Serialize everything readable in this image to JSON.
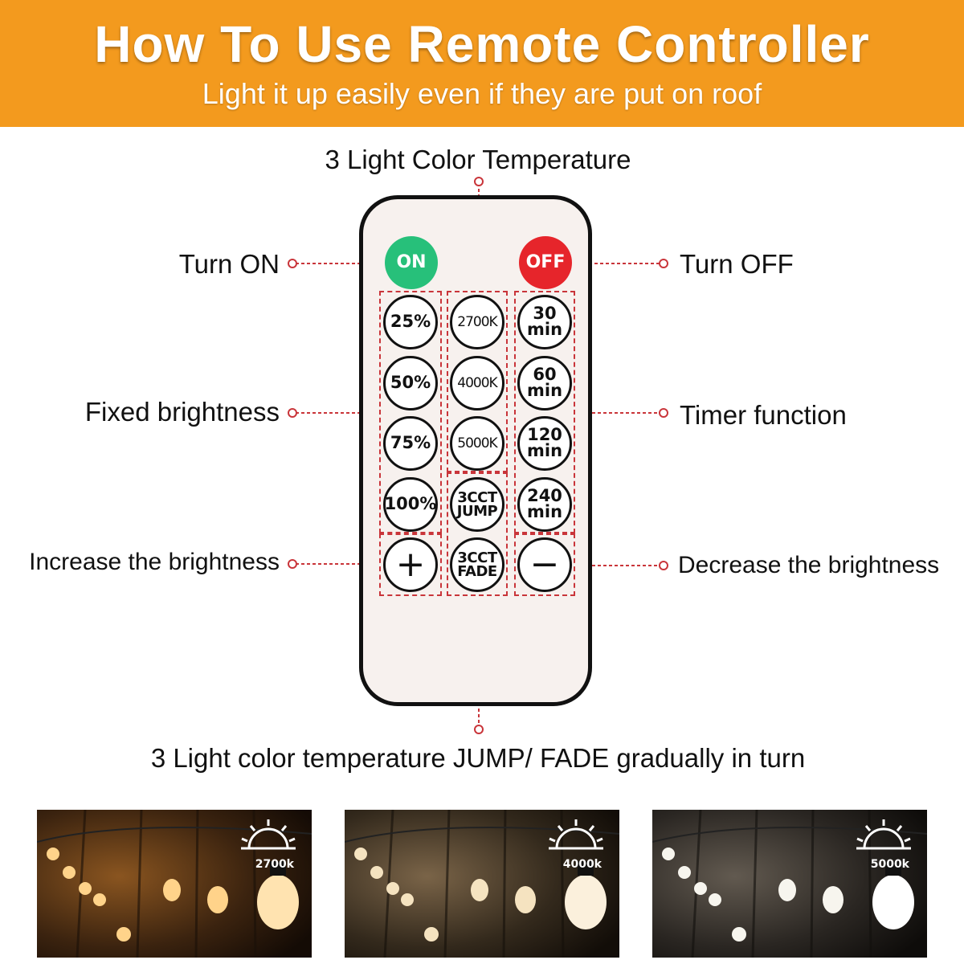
{
  "header": {
    "title": "How To Use Remote Controller",
    "subtitle": "Light it up easily even if they are put on roof",
    "bg_color": "#f39a1e"
  },
  "labels": {
    "top": "3 Light Color Temperature",
    "turn_on": "Turn ON",
    "turn_off": "Turn OFF",
    "fixed_brightness": "Fixed brightness",
    "timer_function": "Timer function",
    "increase": "Increase the brightness",
    "decrease": "Decrease the brightness",
    "bottom": "3 Light color temperature JUMP/ FADE gradually in turn"
  },
  "remote": {
    "on": "ON",
    "off": "OFF",
    "brightness": [
      "25%",
      "50%",
      "75%",
      "100%"
    ],
    "temperature": [
      "2700K",
      "4000K",
      "5000K"
    ],
    "jump": [
      "3CCT",
      "JUMP"
    ],
    "fade": [
      "3CCT",
      "FADE"
    ],
    "timer": [
      [
        "30",
        "min"
      ],
      [
        "60",
        "min"
      ],
      [
        "120",
        "min"
      ],
      [
        "240",
        "min"
      ]
    ],
    "plus": "+",
    "minus": "−",
    "on_color": "#27c07a",
    "off_color": "#e6252b",
    "callout_color": "#c9353a"
  },
  "photos": [
    {
      "kelvin": "2700k",
      "tint": "#e6a04a",
      "icon": "sun-icon"
    },
    {
      "kelvin": "4000k",
      "tint": "#f0d9a8",
      "icon": "sun-icon"
    },
    {
      "kelvin": "5000k",
      "tint": "#f4f1e8",
      "icon": "sun-icon"
    }
  ]
}
